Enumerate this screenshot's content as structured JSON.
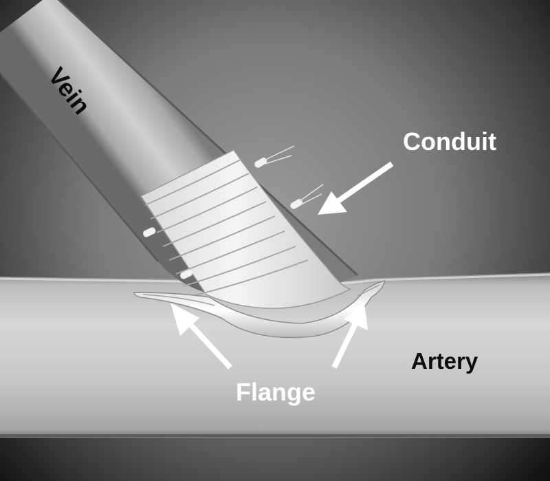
{
  "labels": {
    "vein": "Vein",
    "conduit": "Conduit",
    "artery": "Artery",
    "flange": "Flange"
  },
  "colors": {
    "label_dark": "#0c0c0c",
    "label_light": "#ffffff",
    "arrow": "#ffffff"
  },
  "icons": {
    "vessel": "tube-shape",
    "conduit_rings": "ring-coil",
    "suture": "stitch-knot",
    "pointer": "arrow"
  }
}
